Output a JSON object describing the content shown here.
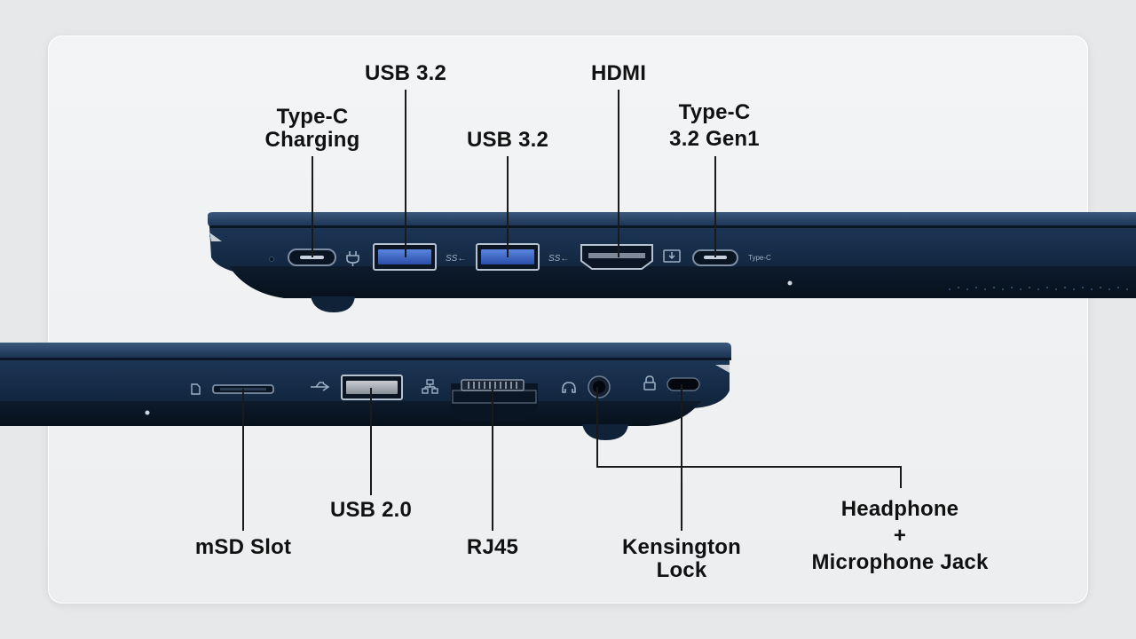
{
  "labels": {
    "type_c_charging": [
      "Type-C",
      "Charging"
    ],
    "usb32_a": "USB 3.2",
    "usb32_b": "USB 3.2",
    "hdmi": "HDMI",
    "type_c_gen1": [
      "Type-C",
      "3.2 Gen1"
    ],
    "msd_slot": "mSD Slot",
    "usb20": "USB 2.0",
    "rj45": "RJ45",
    "kensington": [
      "Kensington",
      "Lock"
    ],
    "headphone": [
      "Headphone",
      "+",
      "Microphone Jack"
    ]
  },
  "port_markings": {
    "ss_1": "SS←",
    "ss_2": "SS←",
    "type_c_tag": "Type-C"
  },
  "colors": {
    "body_dark": "#0e1e30",
    "body_edge": "#24446a",
    "usb3_blue": "#3a66c8",
    "text": "#111111"
  }
}
